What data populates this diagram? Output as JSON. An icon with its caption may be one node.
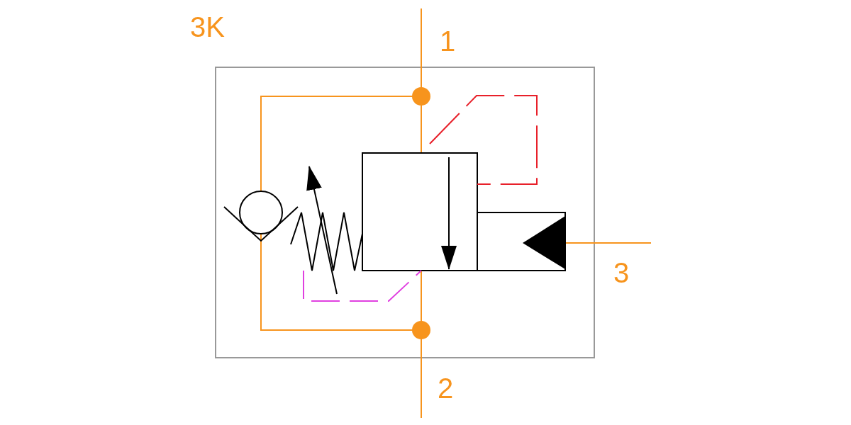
{
  "diagram": {
    "labels": [
      "3K",
      "1",
      "2",
      "3"
    ]
  }
}
